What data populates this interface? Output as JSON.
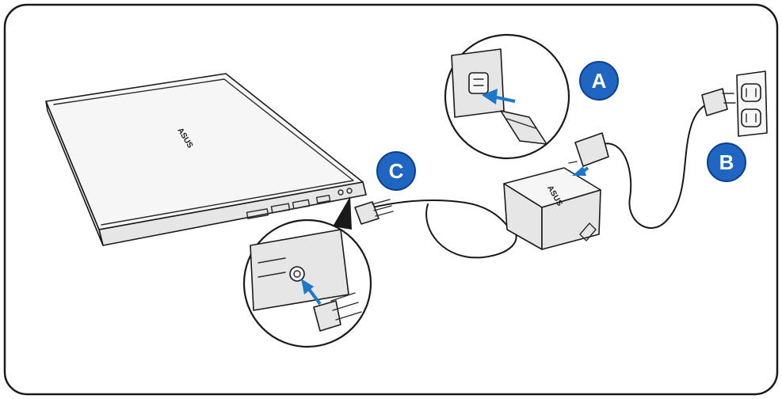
{
  "diagram": {
    "callouts": [
      {
        "id": "A",
        "label": "A"
      },
      {
        "id": "B",
        "label": "B"
      },
      {
        "id": "C",
        "label": "C"
      }
    ],
    "brand_logo": "ASUS",
    "colors": {
      "frame": "#1a1a1a",
      "badge_fill": "#1f66c2",
      "arrow": "#1e78c8",
      "background": "#ffffff"
    },
    "icons": [
      "laptop",
      "power-adapter",
      "wall-outlet",
      "ac-plug",
      "dc-plug",
      "power-cord"
    ]
  }
}
